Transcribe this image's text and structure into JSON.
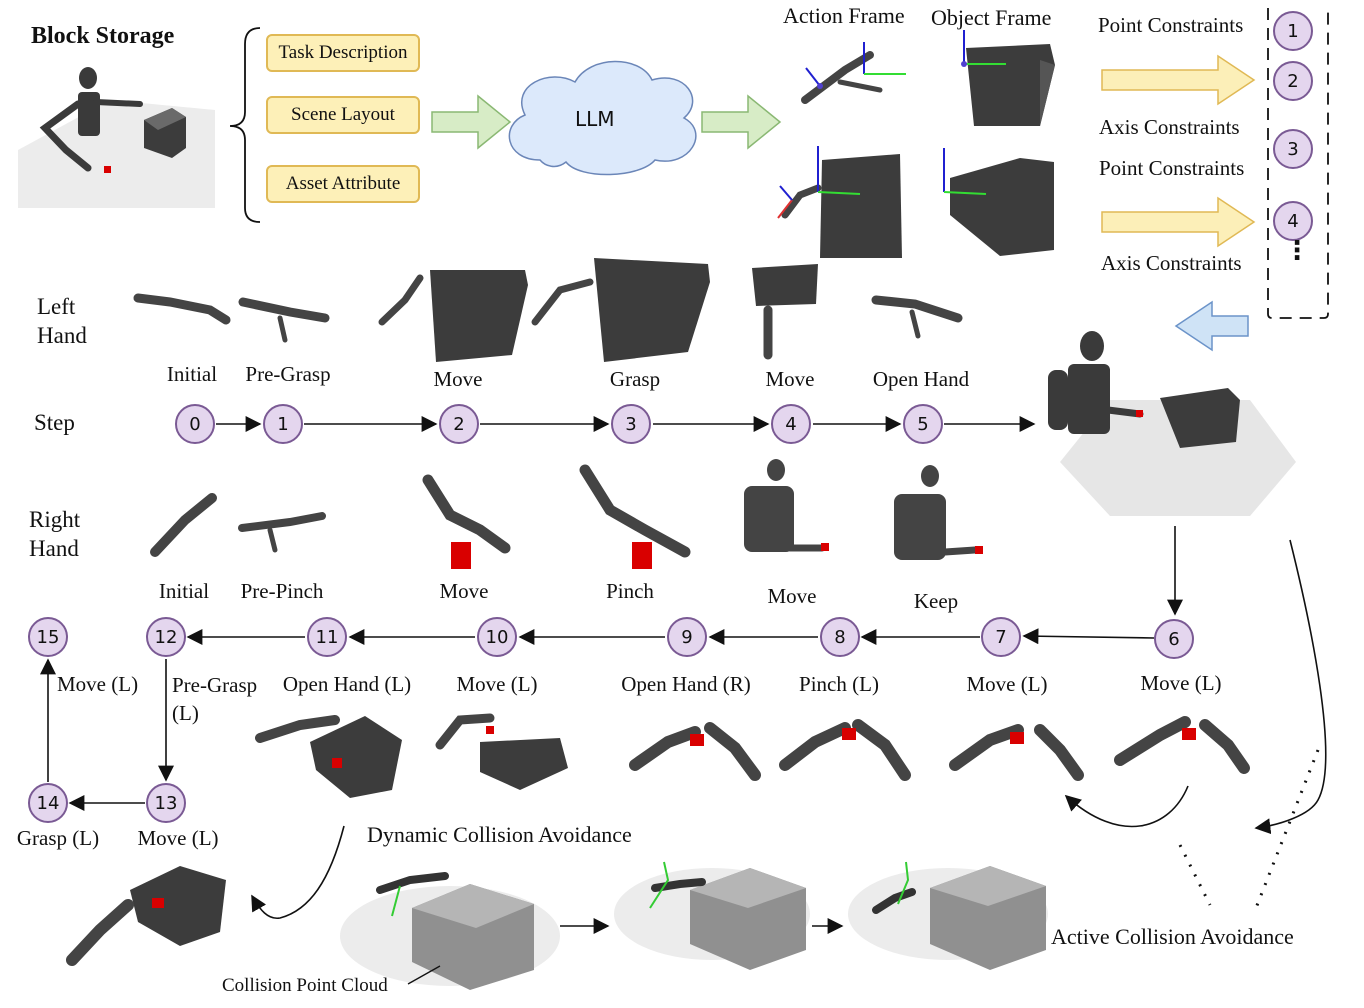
{
  "title": "Block Storage",
  "inputs": [
    "Task Description",
    "Scene Layout",
    "Asset Attribute"
  ],
  "llm_label": "LLM",
  "frames": {
    "action": "Action Frame",
    "object": "Object Frame"
  },
  "constraints": {
    "labels": [
      "Point Constraints",
      "Axis Constraints",
      "Point Constraints",
      "Axis Constraints"
    ],
    "numbers": [
      "1",
      "2",
      "3",
      "4"
    ],
    "ellipsis": "⋮"
  },
  "rows": {
    "left_hand": "Left\nHand",
    "step": "Step",
    "right_hand": "Right\nHand"
  },
  "left_actions": [
    "Initial",
    "Pre-Grasp",
    "Move",
    "Grasp",
    "Move",
    "Open Hand"
  ],
  "right_actions": [
    "Initial",
    "Pre-Pinch",
    "Move",
    "Pinch",
    "Move",
    "Keep"
  ],
  "steps_top": [
    "0",
    "1",
    "2",
    "3",
    "4",
    "5"
  ],
  "steps_bottom": [
    {
      "num": "6",
      "label": "Move (L)"
    },
    {
      "num": "7",
      "label": "Move (L)"
    },
    {
      "num": "8",
      "label": "Pinch (L)"
    },
    {
      "num": "9",
      "label": "Open Hand (R)"
    },
    {
      "num": "10",
      "label": "Move (L)"
    },
    {
      "num": "11",
      "label": "Open Hand (L)"
    },
    {
      "num": "12",
      "label": "Pre-Grasp\n(L)"
    },
    {
      "num": "13",
      "label": "Move (L)"
    },
    {
      "num": "14",
      "label": "Grasp (L)"
    },
    {
      "num": "15",
      "label": "Move (L)"
    }
  ],
  "dynamic_label": "Dynamic Collision Avoidance",
  "pointcloud_label": "Collision Point Cloud",
  "active_label": "Active Collision Avoidance",
  "colors": {
    "node_fill": "#e4d6ee",
    "node_border": "#7a5a94",
    "box_fill": "#fdf0b8",
    "box_border": "#e0b955",
    "green_arrow": "#d7ecc6",
    "yellow_arrow": "#fcefb8",
    "blue_arrow": "#cfe3f6",
    "cloud": "#dce9fb",
    "robot": "#3d3d3d",
    "block": "#d90000"
  }
}
